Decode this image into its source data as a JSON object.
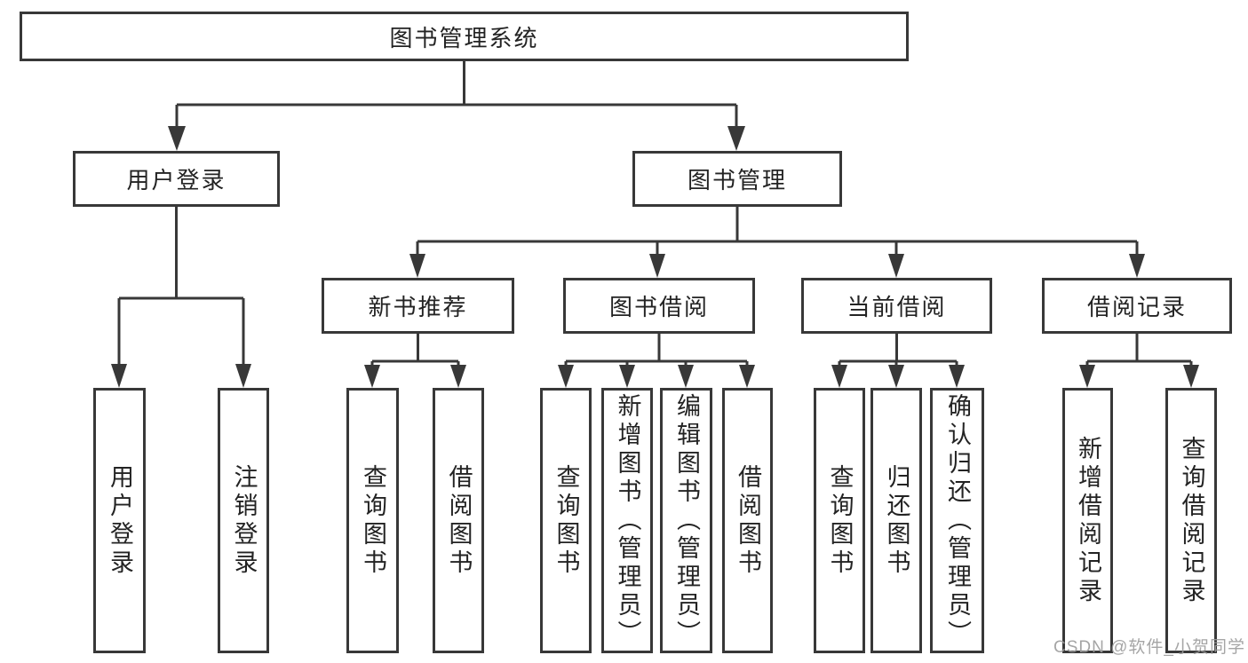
{
  "nodes": {
    "root": "图书管理系统",
    "user_login": "用户登录",
    "book_mgmt": "图书管理",
    "new_book": "新书推荐",
    "book_borrow": "图书借阅",
    "current_borrow": "当前借阅",
    "borrow_records": "借阅记录"
  },
  "leaves": {
    "user_login": "用户登录",
    "logout": "注销登录",
    "query_books_nb": "查询图书",
    "borrow_books_nb": "借阅图书",
    "query_books_bb": "查询图书",
    "add_book_admin": "新增图书（管理员）",
    "edit_book_admin": "编辑图书（管理员）",
    "borrow_books_bb": "借阅图书",
    "query_books_cb": "查询图书",
    "return_books": "归还图书",
    "confirm_return_admin": "确认归还（管理员）",
    "add_borrow_record": "新增借阅记录",
    "query_borrow_record": "查询借阅记录"
  },
  "colors": {
    "line": "#383838",
    "text": "#232323",
    "watermark": "#9c9c9c"
  },
  "watermark": "CSDN @软件_小贺同学"
}
